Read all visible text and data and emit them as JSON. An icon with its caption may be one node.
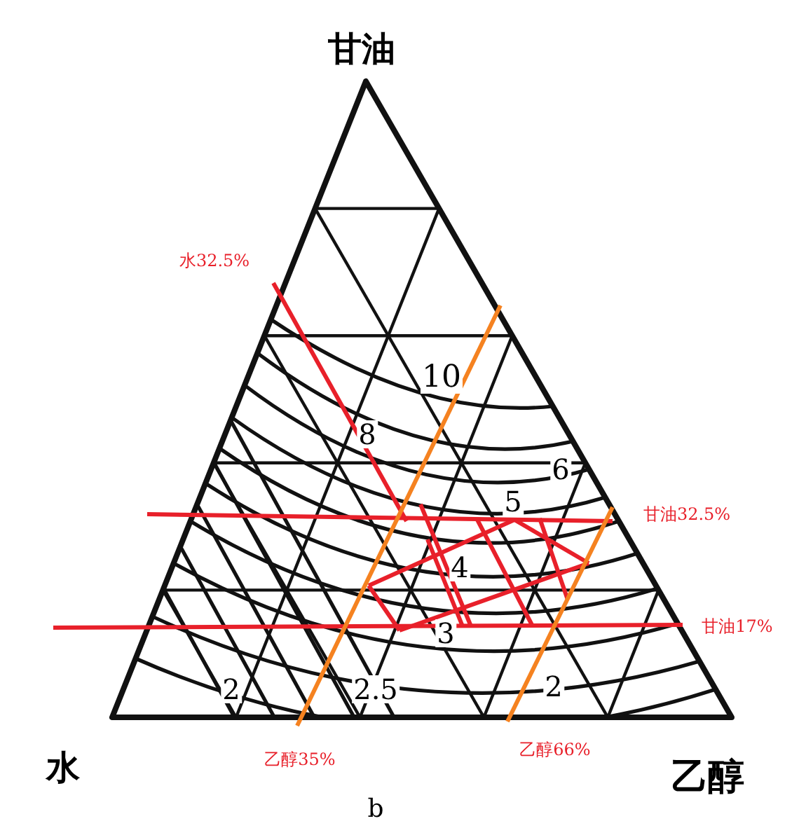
{
  "diagram": {
    "labels": [
      "甘油",
      "水32.5%",
      "10",
      "8",
      "6",
      "5",
      "甘油32.5%",
      "4",
      "3",
      "甘油17%",
      "2",
      "2.5",
      "2",
      "水",
      "乙醇35%",
      "乙醇66%",
      "乙醇",
      "b"
    ]
  }
}
